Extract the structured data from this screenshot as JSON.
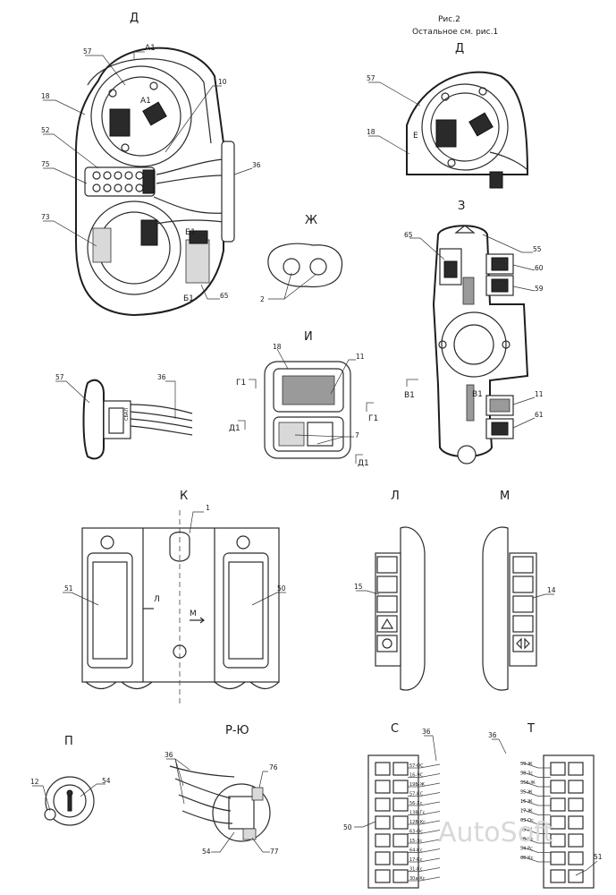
{
  "figure": {
    "caption_line1": "Рис.2",
    "caption_line2": "Остальное см. рис.1"
  },
  "views": {
    "d_left": "Д",
    "d_right": "Д",
    "z": "З",
    "zh": "Ж",
    "i": "И",
    "k": "К",
    "l": "Л",
    "m": "М",
    "p": "П",
    "r_yu": "Р-Ю",
    "s": "С",
    "t": "Т",
    "e": "Е"
  },
  "section_marks": {
    "a1": "А1",
    "b1": "Б1",
    "g1": "Г1",
    "d1": "Д1",
    "v1": "В1",
    "l_arrow": "Л",
    "m_arrow": "М"
  },
  "callouts": {
    "n57": "57",
    "n18": "18",
    "n52": "52",
    "n75": "75",
    "n73": "73",
    "n10": "10",
    "n36": "36",
    "n65": "65",
    "n2": "2",
    "n55": "55",
    "n60": "60",
    "n59": "59",
    "n11": "11",
    "n61": "61",
    "n7": "7",
    "n1": "1",
    "n51": "51",
    "n50": "50",
    "n15": "15",
    "n14": "14",
    "n12": "12",
    "n54": "54",
    "n76": "76",
    "n77": "77"
  },
  "connector_label": "СБАЛ",
  "wires_s": [
    "57-ОС",
    "1Б-ЧС",
    "19Б-Ж",
    "57-КС",
    "56-Хс",
    "13В-Гс",
    "12В-Кс",
    "63-Ос"
  ],
  "wires_t": [
    "59-Ж",
    "58-Зс",
    "55б-Ж",
    "55-Ж",
    "16-Ж",
    "17-Ж",
    "63-Ос"
  ],
  "wires_s_bottom": [
    "15-Зс",
    "64-Кс",
    "17-Кс",
    "31-Кс",
    "30а-Кс"
  ],
  "wires_t_bottom": [
    "65-Ж",
    "10-Кс",
    "54-Рс",
    "68-Кс"
  ],
  "watermark": "AutoSoft"
}
